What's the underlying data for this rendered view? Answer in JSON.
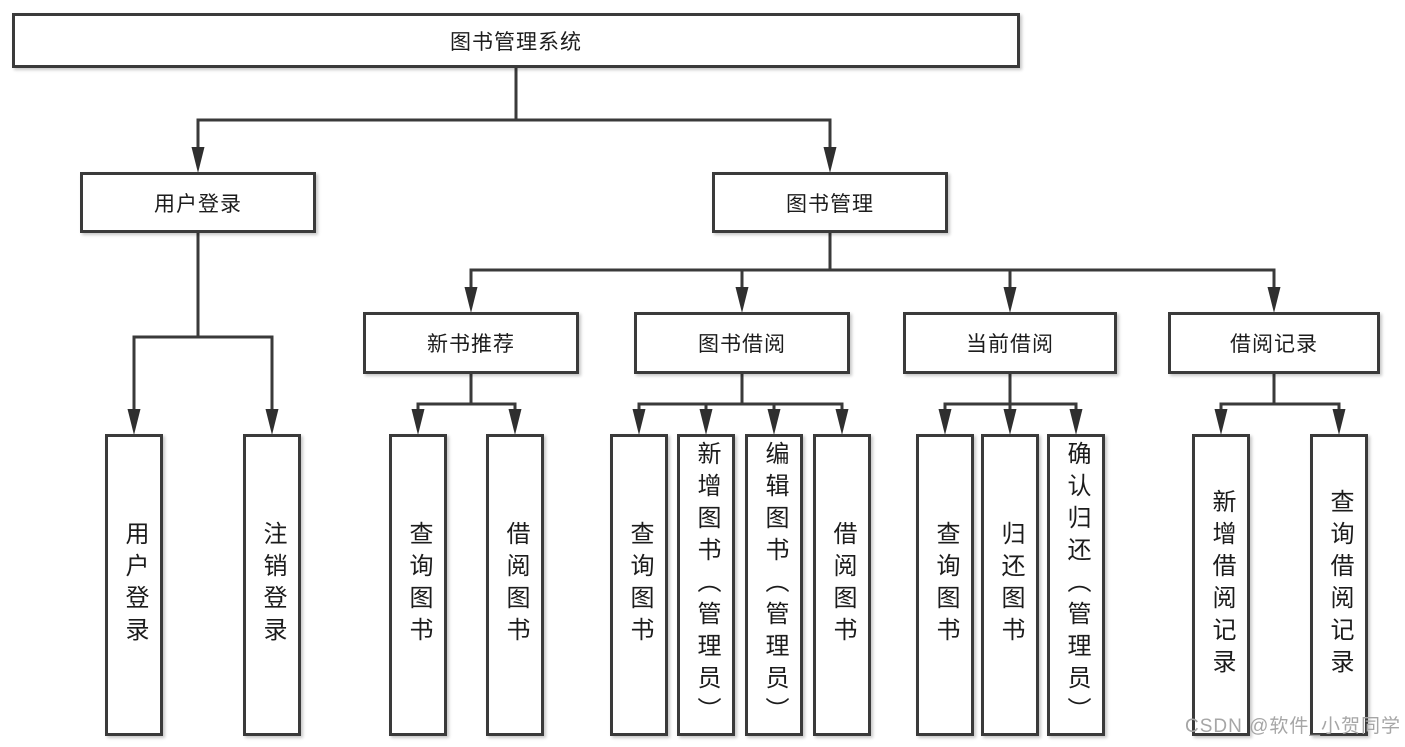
{
  "watermark": "CSDN @软件_小贺同学",
  "colors": {
    "background": "#ffffff",
    "box_border": "#3a3a3a",
    "line": "#3a3a3a",
    "arrowhead": "#2f2f2f",
    "text": "#1c1c1c",
    "watermark_text": "#a6a6a6"
  },
  "diagram": {
    "type": "tree",
    "root_label": "图书管理系统",
    "nodes": [
      {
        "id": "root",
        "label": "图书管理系统",
        "parent": null,
        "vertical": false
      },
      {
        "id": "user-login",
        "label": "用户登录",
        "parent": "root",
        "vertical": false
      },
      {
        "id": "book-mgmt",
        "label": "图书管理",
        "parent": "root",
        "vertical": false
      },
      {
        "id": "new-book-rec",
        "label": "新书推荐",
        "parent": "book-mgmt",
        "vertical": false
      },
      {
        "id": "book-borrow",
        "label": "图书借阅",
        "parent": "book-mgmt",
        "vertical": false
      },
      {
        "id": "current-borrow",
        "label": "当前借阅",
        "parent": "book-mgmt",
        "vertical": false
      },
      {
        "id": "borrow-records",
        "label": "借阅记录",
        "parent": "book-mgmt",
        "vertical": false
      },
      {
        "id": "leaf-user-login",
        "label": "用户登录",
        "parent": "user-login",
        "vertical": true
      },
      {
        "id": "leaf-logout",
        "label": "注销登录",
        "parent": "user-login",
        "vertical": true
      },
      {
        "id": "rec-query-book",
        "label": "查询图书",
        "parent": "new-book-rec",
        "vertical": true
      },
      {
        "id": "rec-borrow-book",
        "label": "借阅图书",
        "parent": "new-book-rec",
        "vertical": true
      },
      {
        "id": "bb-query-book",
        "label": "查询图书",
        "parent": "book-borrow",
        "vertical": true
      },
      {
        "id": "bb-add-book",
        "label": "新增图书（管理员）",
        "parent": "book-borrow",
        "vertical": true
      },
      {
        "id": "bb-edit-book",
        "label": "编辑图书（管理员）",
        "parent": "book-borrow",
        "vertical": true
      },
      {
        "id": "bb-borrow-book",
        "label": "借阅图书",
        "parent": "book-borrow",
        "vertical": true
      },
      {
        "id": "cb-query-book",
        "label": "查询图书",
        "parent": "current-borrow",
        "vertical": true
      },
      {
        "id": "cb-return-book",
        "label": "归还图书",
        "parent": "current-borrow",
        "vertical": true
      },
      {
        "id": "cb-confirm-return",
        "label": "确认归还（管理员）",
        "parent": "current-borrow",
        "vertical": true
      },
      {
        "id": "br-add-record",
        "label": "新增借阅记录",
        "parent": "borrow-records",
        "vertical": true
      },
      {
        "id": "br-query-record",
        "label": "查询借阅记录",
        "parent": "borrow-records",
        "vertical": true
      }
    ]
  }
}
